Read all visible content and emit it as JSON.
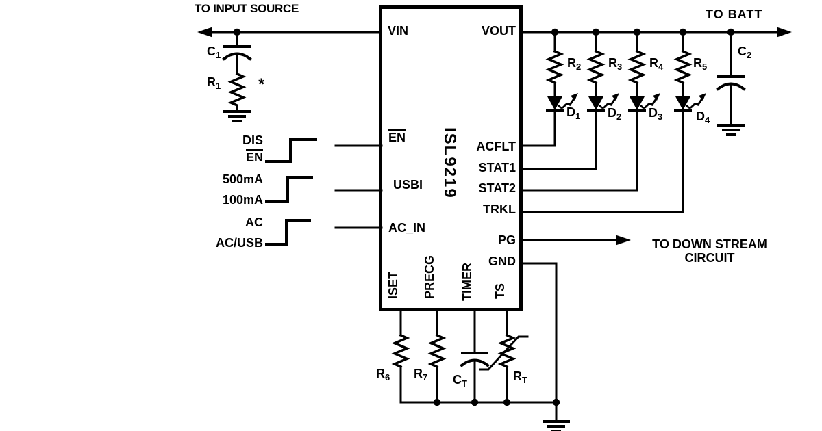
{
  "diagram": {
    "part_number": "ISL9219",
    "annotations": {
      "input_source": "TO INPUT SOURCE",
      "battery": "TO BATT",
      "downstream_1": "TO DOWN STREAM",
      "downstream_2": "CIRCUIT",
      "note_asterisk": "*"
    },
    "pins": {
      "vin": "VIN",
      "vout": "VOUT",
      "en": "EN",
      "usbi": "USBI",
      "ac_in": "AC_IN",
      "acflt": "ACFLT",
      "stat1": "STAT1",
      "stat2": "STAT2",
      "trkl": "TRKL",
      "pg": "PG",
      "gnd": "GND",
      "iset": "ISET",
      "precg": "PRECG",
      "timer": "TIMER",
      "ts": "TS"
    },
    "signals": {
      "en_high": "DIS",
      "en_low": "EN",
      "usbi_high": "500mA",
      "usbi_low": "100mA",
      "acin_high": "AC",
      "acin_low": "AC/USB"
    },
    "components": {
      "c1": {
        "main": "C",
        "sub": "1"
      },
      "r1": {
        "main": "R",
        "sub": "1"
      },
      "c2": {
        "main": "C",
        "sub": "2"
      },
      "r2": {
        "main": "R",
        "sub": "2"
      },
      "r3": {
        "main": "R",
        "sub": "3"
      },
      "r4": {
        "main": "R",
        "sub": "4"
      },
      "r5": {
        "main": "R",
        "sub": "5"
      },
      "r6": {
        "main": "R",
        "sub": "6"
      },
      "r7": {
        "main": "R",
        "sub": "7"
      },
      "d1": {
        "main": "D",
        "sub": "1"
      },
      "d2": {
        "main": "D",
        "sub": "2"
      },
      "d3": {
        "main": "D",
        "sub": "3"
      },
      "d4": {
        "main": "D",
        "sub": "4"
      },
      "ct": {
        "main": "C",
        "sub": "T"
      },
      "rt": {
        "main": "R",
        "sub": "T"
      }
    },
    "colors": {
      "line": "#000000",
      "background": "#ffffff"
    }
  }
}
